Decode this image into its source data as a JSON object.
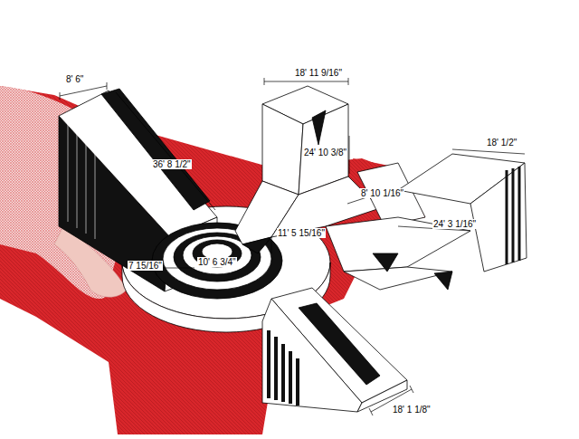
{
  "diagram": {
    "labels": [
      "8' 6\"",
      "36' 8 1/2\"",
      "18' 11 9/16\"",
      "24' 10 3/8\"",
      "18' 1/2\"",
      "8' 10 1/16\"",
      "11' 5 15/16\"",
      "10' 6 3/4\"",
      "7 15/16\"",
      "24' 3 1/16\"",
      "18' 1 1/8\""
    ]
  }
}
